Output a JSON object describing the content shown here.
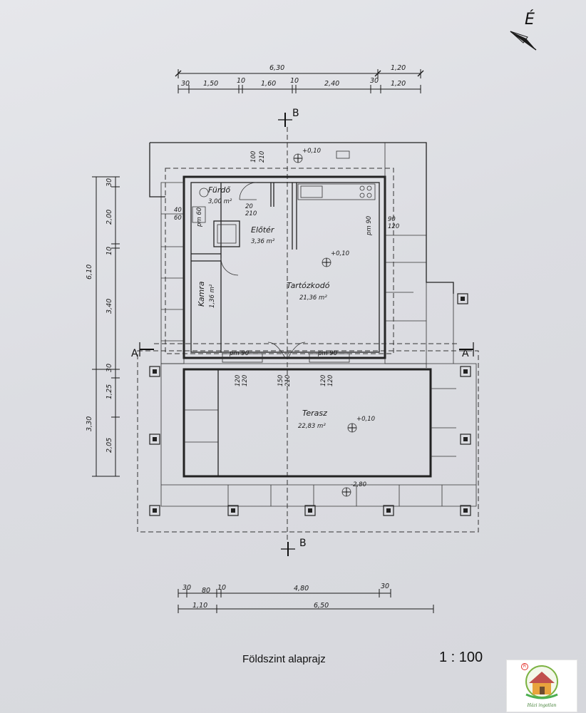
{
  "north_label": "É",
  "top_dims": {
    "row1": [
      "6,30",
      "1,20"
    ],
    "row2": [
      "30",
      "1,50",
      "10",
      "1,60",
      "10",
      "2,40",
      "30",
      "1,20"
    ]
  },
  "left_dims": {
    "outer": "6,10",
    "outer2": "3,30",
    "inner": [
      "30",
      "2,00",
      "10",
      "3,40",
      "30",
      "1,25",
      "2,05"
    ]
  },
  "bottom_dims": {
    "row1": [
      "30",
      "80",
      "10",
      "4,80",
      "30"
    ],
    "row2": [
      "1,10",
      "6,50"
    ]
  },
  "rooms": [
    {
      "name": "Fürdő",
      "area": "3,00 m²"
    },
    {
      "name": "Előtér",
      "area": "3,36 m²"
    },
    {
      "name": "Tartózkodó",
      "area": "21,36 m²"
    },
    {
      "name": "Kamra",
      "area": "1,36 m²"
    },
    {
      "name": "Terasz",
      "area": "22,83 m²"
    }
  ],
  "levels": [
    "+0,10",
    "+0,10",
    "+0,10",
    "-2,80"
  ],
  "section_labels": {
    "B_top": "B",
    "B_bottom": "B",
    "A_left": "A",
    "A_right": "A"
  },
  "openings": {
    "door_bath_h": "100",
    "door_bath_s": "210",
    "window_bath": "20",
    "window_bath_s": "210",
    "sill_bath": "pm 60",
    "win_bath_side_a": "40",
    "win_bath_side_b": "60",
    "pm_right": "pm 90",
    "win_right_a": "90",
    "win_right_b": "120",
    "pm_left_front": "pm 90",
    "pm_right_front": "pm 90",
    "front_left_a": "120",
    "front_left_b": "120",
    "front_door_a": "150",
    "front_door_b": "210",
    "front_right_a": "120",
    "front_right_b": "120"
  },
  "footer": {
    "title": "Földszint alaprajz",
    "scale": "1 : 100"
  },
  "logo": {
    "caption": "Házi ingatlan",
    "mark": "R"
  }
}
